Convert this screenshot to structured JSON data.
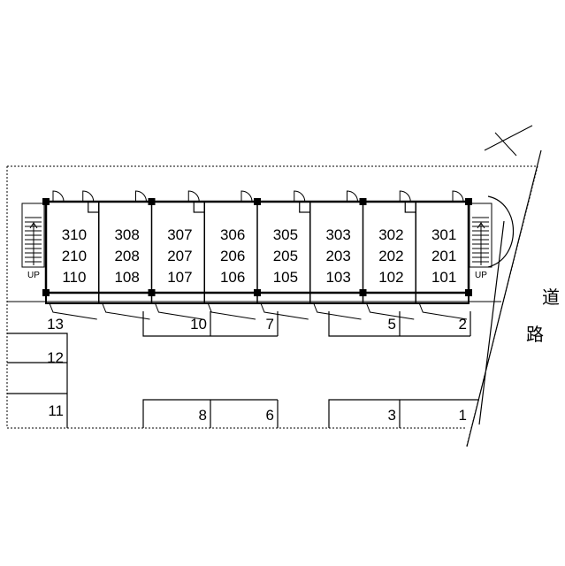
{
  "units": [
    {
      "top": "310",
      "mid": "210",
      "bottom": "110"
    },
    {
      "top": "308",
      "mid": "208",
      "bottom": "108"
    },
    {
      "top": "307",
      "mid": "207",
      "bottom": "107"
    },
    {
      "top": "306",
      "mid": "206",
      "bottom": "106"
    },
    {
      "top": "305",
      "mid": "205",
      "bottom": "105"
    },
    {
      "top": "303",
      "mid": "203",
      "bottom": "103"
    },
    {
      "top": "302",
      "mid": "202",
      "bottom": "102"
    },
    {
      "top": "301",
      "mid": "201",
      "bottom": "101"
    }
  ],
  "parking": {
    "left": [
      "13",
      "12",
      "11"
    ],
    "upper_row": [
      "10",
      "7",
      "5",
      "2"
    ],
    "lower_row": [
      "8",
      "6",
      "3",
      "1"
    ]
  },
  "stairs": {
    "left_label": "UP",
    "right_label": "UP"
  },
  "road": {
    "char1": "道",
    "char2": "路"
  }
}
